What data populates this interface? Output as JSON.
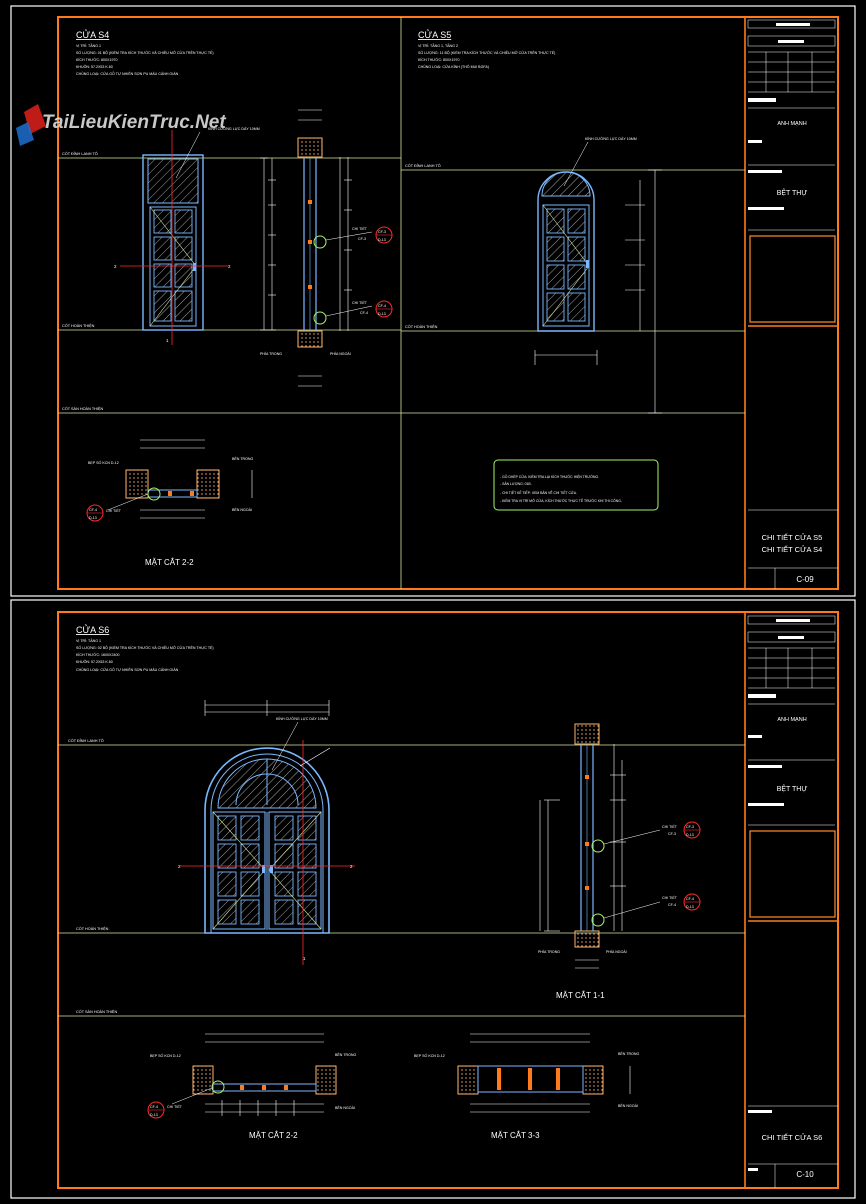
{
  "watermark": {
    "text": "TaiLieuKienTruc.Net",
    "color": "#d9d9d9",
    "accent": "#e0201b"
  },
  "colors": {
    "background": "#000000",
    "frame": "#ff7a1a",
    "frame_inner": "#ff8c2a",
    "sheet_border": "#ffffff",
    "level_line": "#d8e89a",
    "door_stroke": "#7ab8ff",
    "glass_hatch": "#9e9e9e",
    "section_red": "#ff2a2a",
    "callout_green": "#a6f46a",
    "dim_white": "#ffffff",
    "wall_hatch": "#ffb36b",
    "title_text": "#ffffff"
  },
  "sheet1": {
    "door_s4": {
      "title": "CỬA S4",
      "spec_lines": [
        "VỊ TRÍ: TẦNG 1",
        "SỐ LƯỢNG: 01 BỘ (KIỂM TRA KÍCH THƯỚC VÀ CHIỀU MỞ CỬA TRÊN THỰC TẾ)",
        "KÍCH THƯỚC: 800X1970",
        "KHUÔN: 57.2X53 K.60",
        "CHỦNG LOẠI: CỬA GỖ TỰ NHIÊN SƠN PU MÀU CÁNH GIÁN"
      ],
      "glass_note": "KÍNH CƯỜNG LỰC DÀY 10MM",
      "levels": [
        "CỐT ĐỈNH LANH TÔ",
        "CỐT HOÀN THIỆN",
        "CỐT SÀN HOÀN THIỆN"
      ],
      "side_labels": [
        "PHÍA TRONG",
        "PHÍA NGOÀI"
      ],
      "callouts": [
        {
          "code": "CF-3",
          "ref": "D-13",
          "label": "CHI TIẾT"
        },
        {
          "code": "CF-4",
          "ref": "D-13",
          "label": "CHI TIẾT"
        }
      ]
    },
    "door_s5": {
      "title": "CỬA S5",
      "spec_lines": [
        "VỊ TRÍ: TẦNG 1, TẦNG 2",
        "SỐ LƯỢNG: 11 BỘ (KIỂM TRA KÍCH THƯỚC VÀ CHIỀU MỞ CỬA TRÊN THỰC TẾ)",
        "KÍCH THƯỚC: 800X1970",
        "CHỦNG LOẠI: CỬA KÍNH (THÔ MUI BGFA)"
      ],
      "glass_note": "KÍNH CƯỜNG LỰC DÀY 10MM",
      "levels": [
        "CỐT ĐỈNH LANH TÔ",
        "CỐT HOÀN THIỆN"
      ]
    },
    "section_2_2": {
      "title": "MẶT CẮT 2-2",
      "labels": [
        "BẸP SỐ KCN D-12",
        "BÊN TRONG",
        "BÊN NGOÀI",
        "CHI TIẾT",
        "CF-4",
        "D-13"
      ]
    },
    "notes": [
      "- GỖ GHÉP CỬA: KIỂM TRA LẠI KÍCH THƯỚC HIỆN TRƯỜNG.",
      "- SẢN LƯỢNG: 01B.",
      "- CHI TIẾT KẾ TIẾP: XEM BẢN VẼ CHI TIẾT CỬA.",
      "- KIỂM TRA VỊ TRÍ MỞ CỬA, KÍCH THƯỚC THỰC TẾ TRƯỚC KHI THI CÔNG."
    ],
    "titleblock": {
      "company": "ANH MẠNH",
      "project": "BỆT THỰ",
      "drawing_title": [
        "CHI TIẾT CỬA S5",
        "CHI TIẾT CỬA S4"
      ],
      "sheet_no": "C-09"
    }
  },
  "sheet2": {
    "door_s6": {
      "title": "CỬA S6",
      "spec_lines": [
        "VỊ TRÍ: TẦNG 1",
        "SỐ LƯỢNG: 02 BỘ (KIỂM TRA KÍCH THƯỚC VÀ CHIỀU MỞ CỬA TRÊN THỰC TẾ)",
        "KÍCH THƯỚC: 1600X2400",
        "KHUÔN: 57.2X53 K.60",
        "CHỦNG LOẠI: CỬA GỖ TỰ NHIÊN SƠN PU MÀU CÁNH GIÁN"
      ],
      "glass_note": "KÍNH CƯỜNG LỰC DÀY 10MM",
      "levels": [
        "CỐT ĐỈNH LANH TÔ",
        "CỐT HOÀN THIỆN",
        "CỐT SÀN HOÀN THIỆN"
      ],
      "side_labels": [
        "PHÍA TRONG",
        "PHÍA NGOÀI"
      ],
      "callouts": [
        {
          "code": "CF-3",
          "ref": "D-13",
          "label": "CHI TIẾT"
        },
        {
          "code": "CF-4",
          "ref": "D-13",
          "label": "CHI TIẾT"
        }
      ]
    },
    "section_1_1": {
      "title": "MẶT CẮT 1-1"
    },
    "section_2_2": {
      "title": "MẶT CẮT 2-2",
      "labels": [
        "BẸP SỐ KCN D-12",
        "BÊN TRONG",
        "BÊN NGOÀI",
        "CHI TIẾT",
        "CF-4",
        "D-13"
      ]
    },
    "section_3_3": {
      "title": "MẶT CẮT 3-3",
      "labels": [
        "BẸP SỐ KCN D-12",
        "BÊN TRONG",
        "BÊN NGOÀI"
      ]
    },
    "titleblock": {
      "company": "ANH MẠNH",
      "project": "BỆT THỰ",
      "drawing_title": [
        "CHI TIẾT CỬA S6"
      ],
      "sheet_no": "C-10"
    }
  }
}
